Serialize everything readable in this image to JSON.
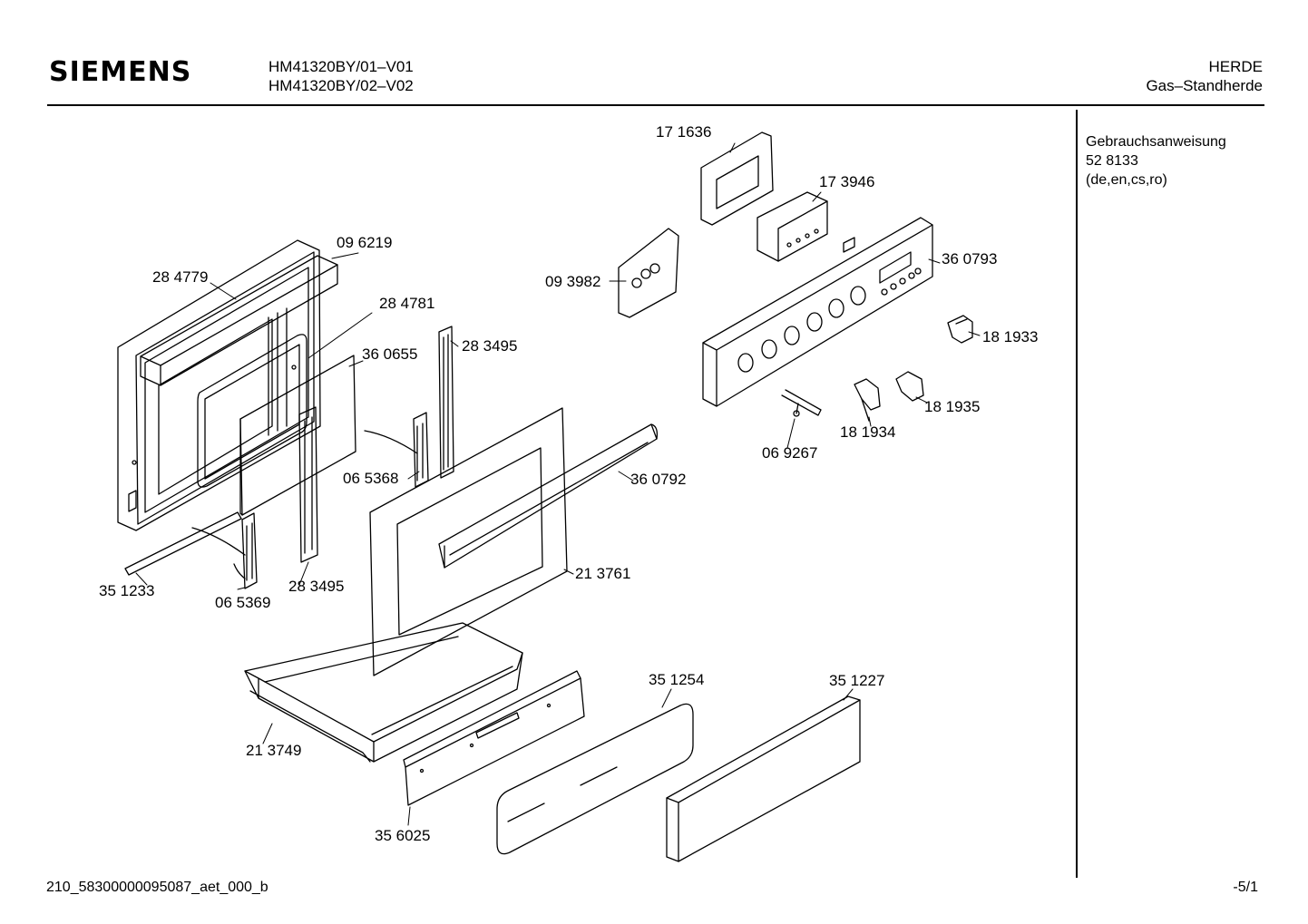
{
  "header": {
    "brand": "SIEMENS",
    "models": [
      "HM41320BY/01–V01",
      "HM41320BY/02–V02"
    ],
    "category": "HERDE",
    "subcategory": "Gas–Standherde"
  },
  "sidebar": {
    "title": "Gebrauchsanweisung",
    "doc_number": "52 8133",
    "languages": "(de,en,cs,ro)"
  },
  "footer": {
    "doc_id": "210_58300000095087_aet_000_b",
    "page": "-5/1"
  },
  "parts": [
    {
      "id": "171636",
      "label": "17 1636"
    },
    {
      "id": "173946",
      "label": "17 3946"
    },
    {
      "id": "096219",
      "label": "09 6219"
    },
    {
      "id": "284779",
      "label": "28 4779"
    },
    {
      "id": "284781",
      "label": "28 4781"
    },
    {
      "id": "093982",
      "label": "09 3982"
    },
    {
      "id": "360793",
      "label": "36 0793"
    },
    {
      "id": "181933",
      "label": "18 1933"
    },
    {
      "id": "283495a",
      "label": "28 3495"
    },
    {
      "id": "360655",
      "label": "36 0655"
    },
    {
      "id": "181935",
      "label": "18 1935"
    },
    {
      "id": "181934",
      "label": "18 1934"
    },
    {
      "id": "069267",
      "label": "06 9267"
    },
    {
      "id": "065368",
      "label": "06 5368"
    },
    {
      "id": "360792",
      "label": "36 0792"
    },
    {
      "id": "213761",
      "label": "21 3761"
    },
    {
      "id": "351233",
      "label": "35 1233"
    },
    {
      "id": "065369",
      "label": "06 5369"
    },
    {
      "id": "283495b",
      "label": "28 3495"
    },
    {
      "id": "351254",
      "label": "35 1254"
    },
    {
      "id": "351227",
      "label": "35 1227"
    },
    {
      "id": "213749",
      "label": "21 3749"
    },
    {
      "id": "356025",
      "label": "35 6025"
    }
  ]
}
